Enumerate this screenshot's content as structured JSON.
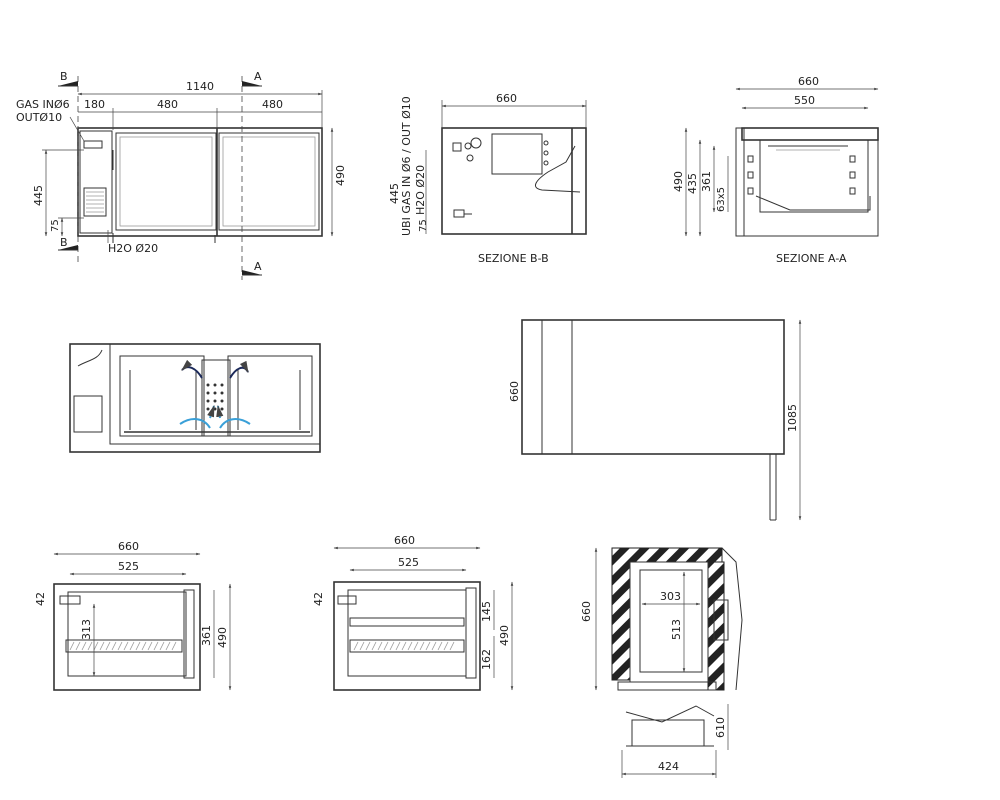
{
  "front_view": {
    "width_total": "1140",
    "width_left": "180",
    "width_mid": "480",
    "width_right": "480",
    "height_total": "490",
    "height_inner": "445",
    "height_low": "75",
    "gas_in": "GAS INØ6",
    "gas_out": "OUTØ10",
    "water": "H2O Ø20",
    "section_a": "A",
    "section_b": "B"
  },
  "section_bb": {
    "caption": "SEZIONE B-B",
    "width": "660",
    "height": "445",
    "low": "75",
    "vertical_label_1": "UBI GAS IN Ø6 / OUT Ø10",
    "vertical_label_2": "H2O Ø20"
  },
  "section_aa": {
    "caption": "SEZIONE A-A",
    "width_outer": "660",
    "width_inner": "550",
    "height_total": "490",
    "height_435": "435",
    "height_361": "361",
    "pitch": "63x5"
  },
  "top_view": {
    "depth": "660",
    "height": "1085"
  },
  "bottom_left": {
    "width_outer": "660",
    "width_inner": "525",
    "top_gap": "42",
    "inner_h": "313",
    "h_361": "361",
    "h_490": "490"
  },
  "bottom_mid": {
    "width_outer": "660",
    "width_inner": "525",
    "top_gap": "42",
    "h_145": "145",
    "h_162": "162",
    "h_490": "490"
  },
  "bottom_right": {
    "depth": "660",
    "inner_w": "303",
    "inner_h": "513",
    "h_610": "610",
    "w_424": "424"
  }
}
